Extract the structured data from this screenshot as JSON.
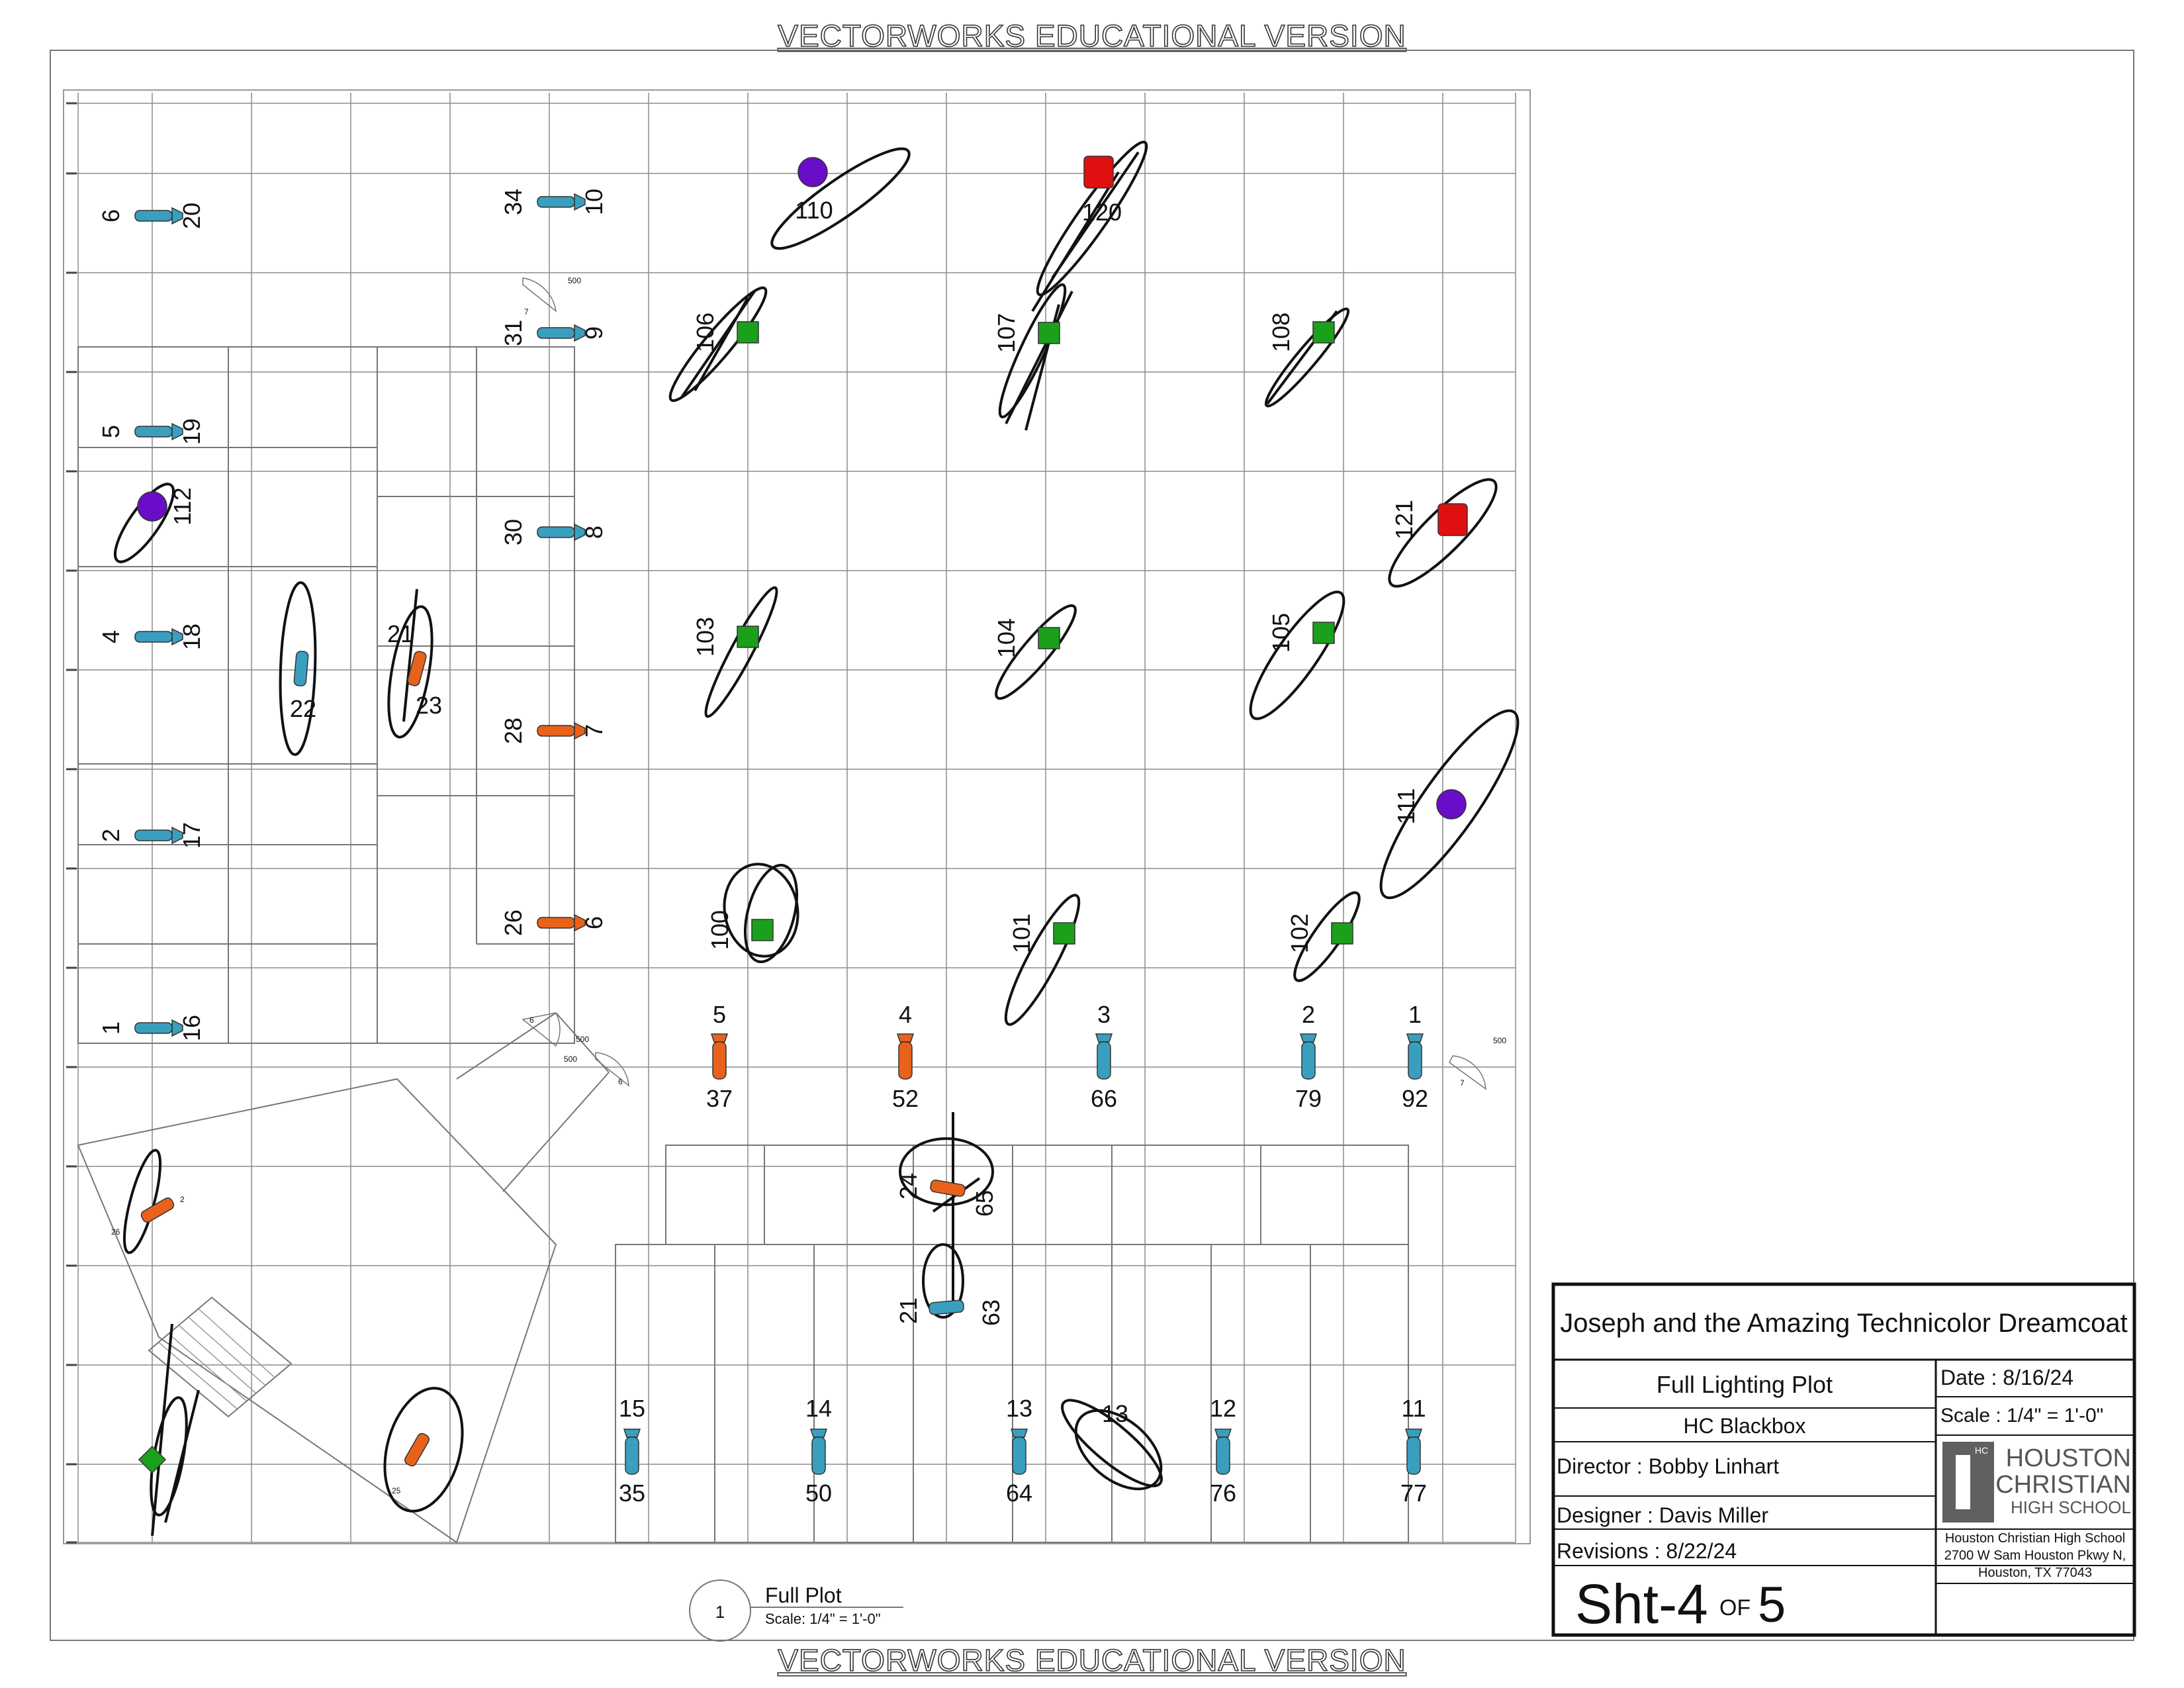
{
  "watermark": "VECTORWORKS EDUCATIONAL VERSION",
  "colors": {
    "teal": "#3a9fbf",
    "orange": "#e8621b",
    "green": "#1aa01a",
    "purple": "#6a0dc8",
    "red": "#e01010",
    "grid": "#8c8c8c"
  },
  "fixtures_teal_grid": [
    {
      "a": "6",
      "b": "20"
    },
    {
      "a": "34",
      "b": "10"
    },
    {
      "a": "31",
      "b": "9"
    },
    {
      "a": "5",
      "b": "19"
    },
    {
      "a": "30",
      "b": "8"
    },
    {
      "a": "4",
      "b": "18"
    },
    {
      "a": "2",
      "b": "17"
    },
    {
      "a": "1",
      "b": "16"
    }
  ],
  "fixtures_orange_grid": [
    {
      "a": "28",
      "b": "7"
    },
    {
      "a": "26",
      "b": "6"
    }
  ],
  "fixtures_mid_row": [
    {
      "top": "5",
      "bottom": "37"
    },
    {
      "top": "4",
      "bottom": "52"
    },
    {
      "top": "3",
      "bottom": "66"
    },
    {
      "top": "2",
      "bottom": "79"
    },
    {
      "top": "1",
      "bottom": "92"
    }
  ],
  "fixtures_bottom_row": [
    {
      "top": "15",
      "bottom": "35"
    },
    {
      "top": "14",
      "bottom": "50"
    },
    {
      "top": "13",
      "bottom": "64"
    },
    {
      "top": "12",
      "bottom": "76"
    },
    {
      "top": "11",
      "bottom": "77"
    }
  ],
  "movers": {
    "purple": [
      "110",
      "112",
      "111"
    ],
    "red": [
      "120",
      "121"
    ],
    "green": [
      "106",
      "107",
      "108",
      "103",
      "104",
      "105",
      "100",
      "101",
      "102"
    ]
  },
  "misc_labels": {
    "seat_21": "21",
    "seat_22": "22",
    "seat_23": "23",
    "seat_24": "24",
    "seat_65": "65",
    "seat_21b": "21",
    "seat_63": "63",
    "seat_13x": "13",
    "tiny_500a": "500",
    "tiny_500b": "500",
    "tiny_500c": "500",
    "tiny_500d": "500",
    "tiny_7a": "7",
    "tiny_7b": "7",
    "tiny_6a": "6",
    "tiny_6b": "6",
    "tiny_2": "2",
    "tiny_26": "26",
    "tiny_25": "25"
  },
  "view_callout": {
    "number": "1",
    "title": "Full Plot",
    "scale": "Scale: 1/4\" = 1'-0\""
  },
  "title_block": {
    "show": "Joseph and the Amazing Technicolor Dreamcoat",
    "drawing": "Full Lighting Plot",
    "date": "Date : 8/16/24",
    "scale": "Scale : 1/4\" = 1'-0\"",
    "venue": "HC Blackbox",
    "director": "Director :  Bobby Linhart",
    "designer": "Designer :  Davis Miller",
    "revisions": "Revisions :  8/22/24",
    "sheet_prefix": "Sht-4",
    "sheet_of": "OF",
    "sheet_total": "5",
    "school_l1": "HOUSTON",
    "school_l2": "CHRISTIAN",
    "school_l3": "HIGH SCHOOL",
    "logo_mark": "HC",
    "address_1": "Houston Christian High School",
    "address_2": "2700 W Sam Houston Pkwy N,",
    "address_3": "Houston, TX 77043"
  }
}
